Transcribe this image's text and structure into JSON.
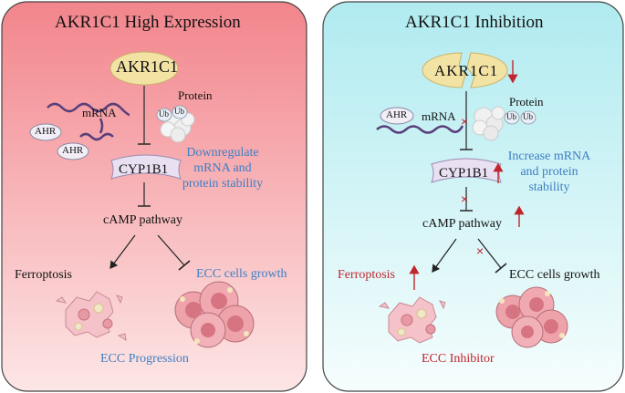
{
  "left_panel": {
    "title": "AKR1C1 High Expression",
    "gene": "AKR1C1",
    "protein_label": "Protein",
    "ub1": "Ub",
    "ub2": "Ub",
    "mrna_label": "mRNA",
    "ahr1": "AHR",
    "ahr2": "AHR",
    "mechanism_line1": "Downregulate",
    "mechanism_line2": "mRNA and",
    "mechanism_line3": "protein stability",
    "target": "CYP1B1",
    "pathway": "cAMP pathway",
    "outcome_left": "Ferroptosis",
    "outcome_right": "ECC cells growth",
    "footer": "ECC Progression",
    "colors": {
      "bg_top": "#f2858c",
      "bg_bottom": "#fce4e4",
      "accent_text": "#3d7fc4"
    }
  },
  "right_panel": {
    "title": "AKR1C1 Inhibition",
    "gene": "AKR1C1",
    "protein_label": "Protein",
    "ub1": "Ub",
    "ub2": "Ub",
    "mrna_label": "mRNA",
    "ahr1": "AHR",
    "mechanism_line1": "Increase mRNA",
    "mechanism_line2": "and protein",
    "mechanism_line3": "stability",
    "target": "CYP1B1",
    "pathway": "cAMP pathway",
    "outcome_left": "Ferroptosis",
    "outcome_right": "ECC cells growth",
    "footer": "ECC Inhibitor",
    "colors": {
      "bg_top": "#b2ecf0",
      "bg_bottom": "#f4fcfc",
      "accent_text": "#3d7fc4",
      "warn": "#c0262d"
    }
  }
}
